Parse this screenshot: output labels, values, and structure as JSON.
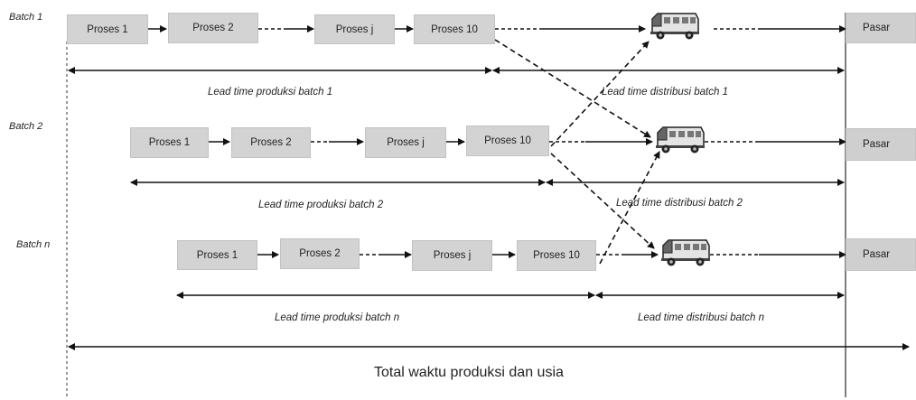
{
  "batches": [
    {
      "label": "Batch  1",
      "p1": "Proses 1",
      "p2": "Proses 2",
      "pj": "Proses j",
      "p10": "Proses 10",
      "pasar": "Pasar",
      "lead_produksi": "Lead time produksi batch 1",
      "lead_distribusi": "Lead time distribusi batch 1"
    },
    {
      "label": "Batch  2",
      "p1": "Proses 1",
      "p2": "Proses 2",
      "pj": "Proses j",
      "p10": "Proses 10",
      "pasar": "Pasar",
      "lead_produksi": "Lead time produksi batch 2",
      "lead_distribusi": "Lead time distribusi batch 2"
    },
    {
      "label": "Batch  n",
      "p1": "Proses 1",
      "p2": "Proses 2",
      "pj": "Proses j",
      "p10": "Proses 10",
      "pasar": "Pasar",
      "lead_produksi": "Lead time produksi batch n",
      "lead_distribusi": "Lead time distribusi batch n"
    }
  ],
  "total_label": "Total waktu produksi dan usia",
  "icons": {
    "transport": "truck-icon"
  },
  "colors": {
    "box_fill": "#d3d3d3",
    "line": "#111111"
  }
}
